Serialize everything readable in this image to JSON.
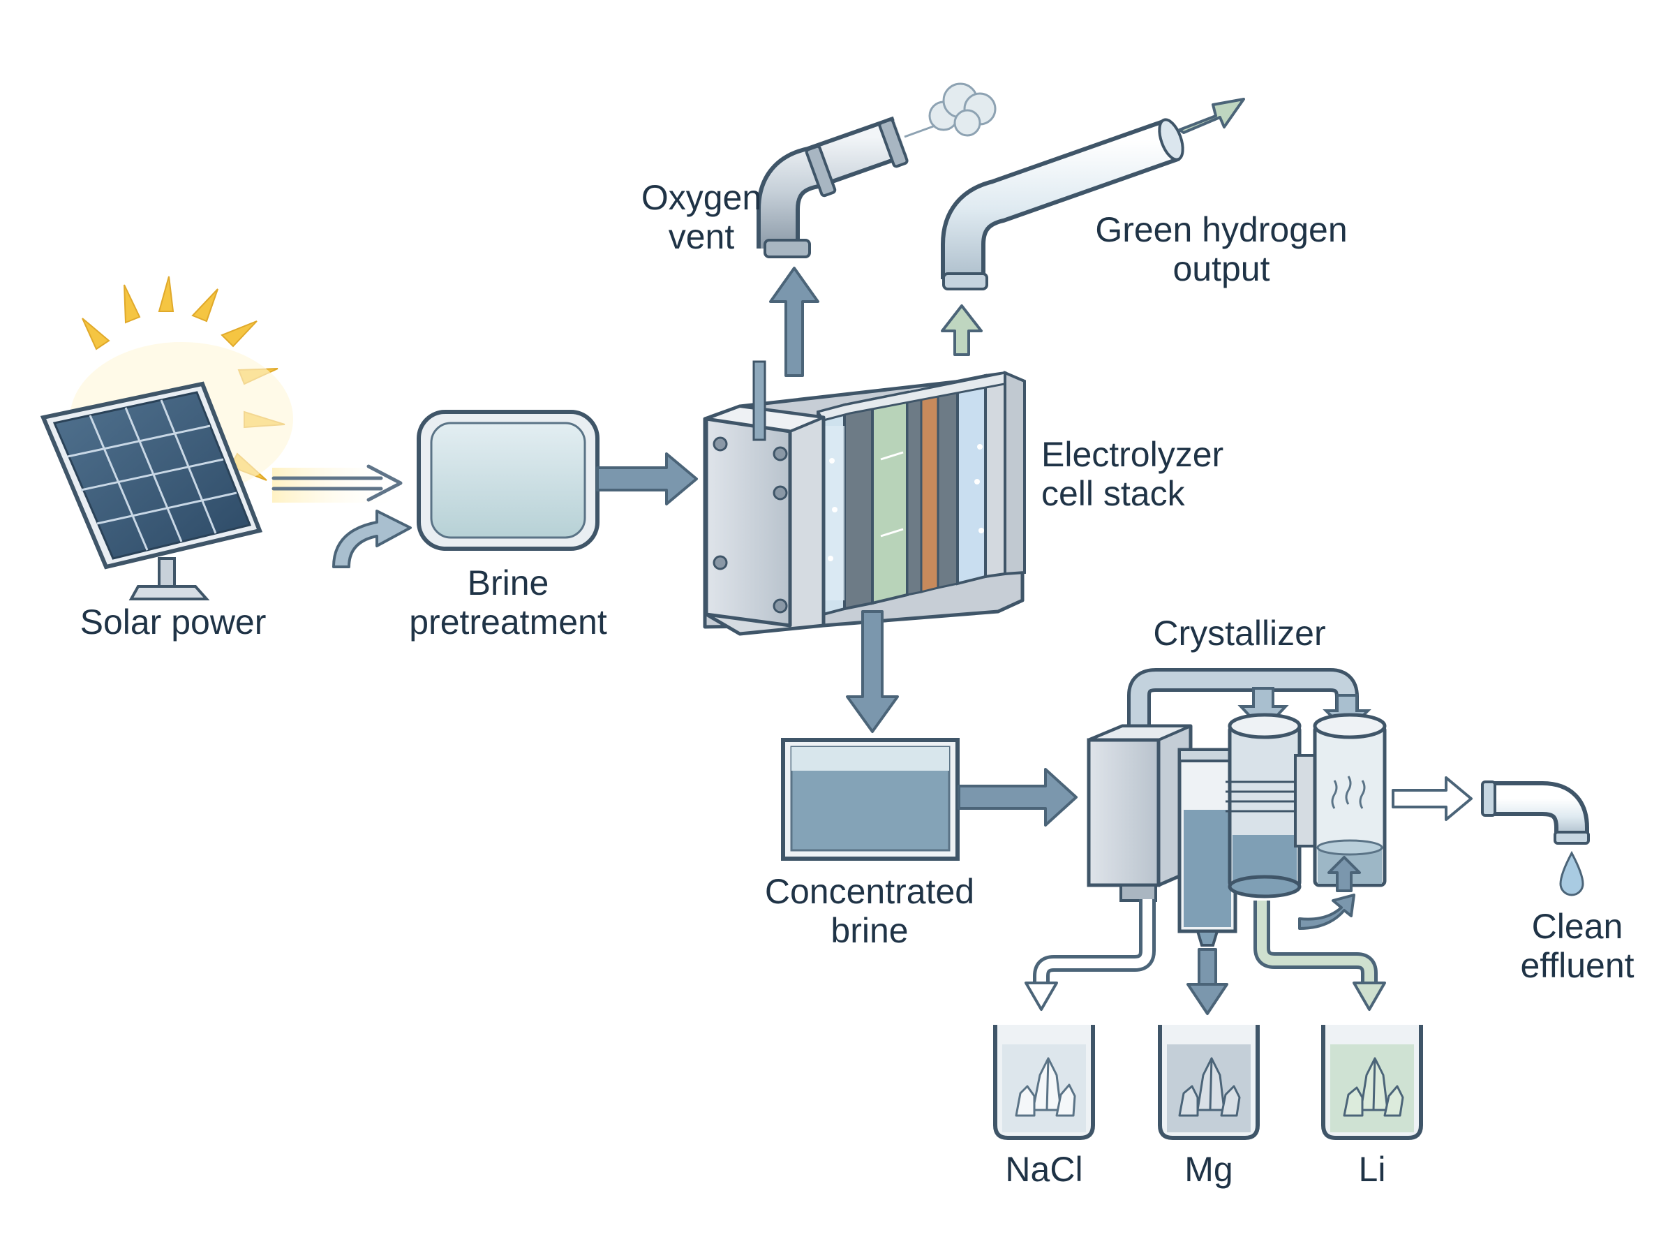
{
  "labels": {
    "solar": "Solar power",
    "brine_pre_1": "Brine",
    "brine_pre_2": "pretreatment",
    "oxygen_1": "Oxygen",
    "oxygen_2": "vent",
    "hydrogen_1": "Green hydrogen",
    "hydrogen_2": "output",
    "electrolyzer_1": "Electrolyzer",
    "electrolyzer_2": "cell stack",
    "conc_1": "Concentrated",
    "conc_2": "brine",
    "crystallizer": "Crystallizer",
    "effluent_1": "Clean",
    "effluent_2": "effluent",
    "nacl": "NaCl",
    "mg": "Mg",
    "li": "Li"
  },
  "icons": {
    "sun": "sun-icon",
    "solar_panel": "solar-panel-icon",
    "water_drop": "water-drop-icon",
    "crystal": "crystal-icon"
  },
  "colors": {
    "outline": "#3f5568",
    "arrow_fill": "#7b97ad",
    "arrow_stroke": "#4b6478",
    "arrow_green_fill": "#bfd6c0",
    "water": "#7f9fb5",
    "light_water": "#c9dde4",
    "sun": "#f5c542",
    "text": "#1f3346"
  }
}
